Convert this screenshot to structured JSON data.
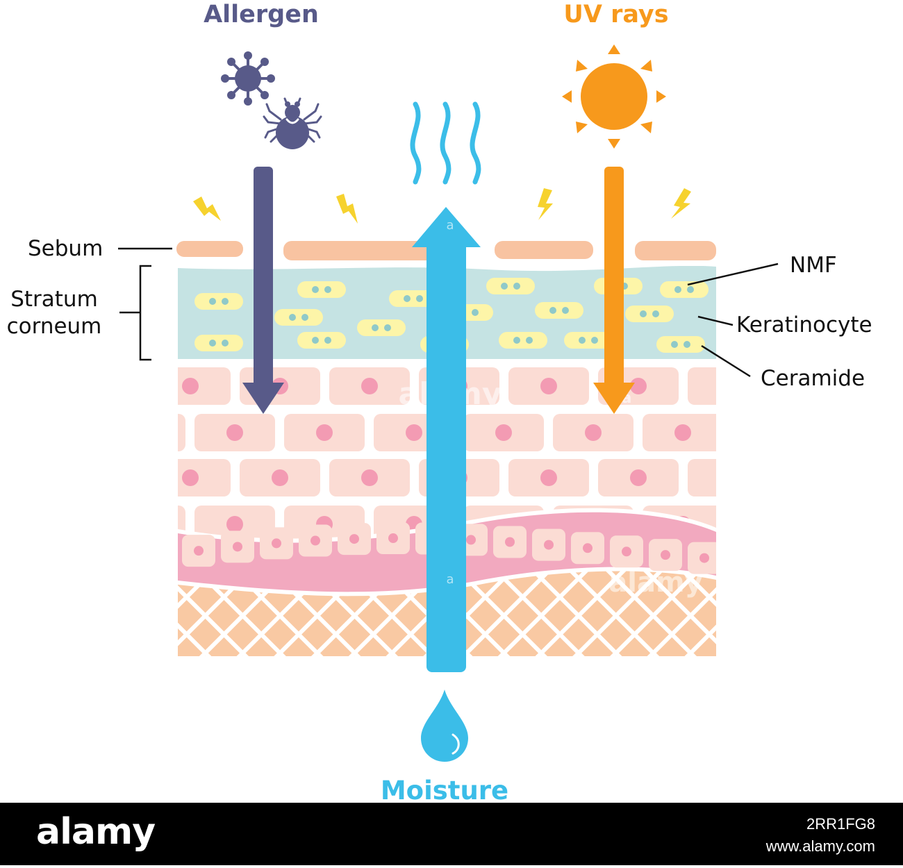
{
  "titles": {
    "allergen": "Allergen",
    "uv_rays": "UV rays",
    "moisture": "Moisture"
  },
  "left_labels": {
    "sebum": "Sebum",
    "stratum_line1": "Stratum",
    "stratum_line2": "corneum"
  },
  "right_labels": {
    "nmf": "NMF",
    "keratinocyte": "Keratinocyte",
    "ceramide": "Ceramide"
  },
  "watermark": {
    "mid": "alamy",
    "small_a": "a"
  },
  "footer": {
    "brand": "alamy",
    "image_id": "2RR1FG8",
    "url": "www.alamy.com"
  },
  "colors": {
    "allergen": "#585a89",
    "uv": "#f7991c",
    "moisture": "#3bbde8",
    "sebum": "#f8c3a1",
    "stratum": "#c5e3e3",
    "ceramide": "#fdf5a8",
    "cell": "#fbdcd4",
    "nucleus": "#f39bb3",
    "basal_band": "#f2a9bf",
    "dermis": "#f9c9a3",
    "spark": "#f6d22e"
  },
  "icons": [
    "virus-icon",
    "mite-icon",
    "sun-icon",
    "heat-wave-icon",
    "water-drop-icon",
    "spark-icon"
  ]
}
